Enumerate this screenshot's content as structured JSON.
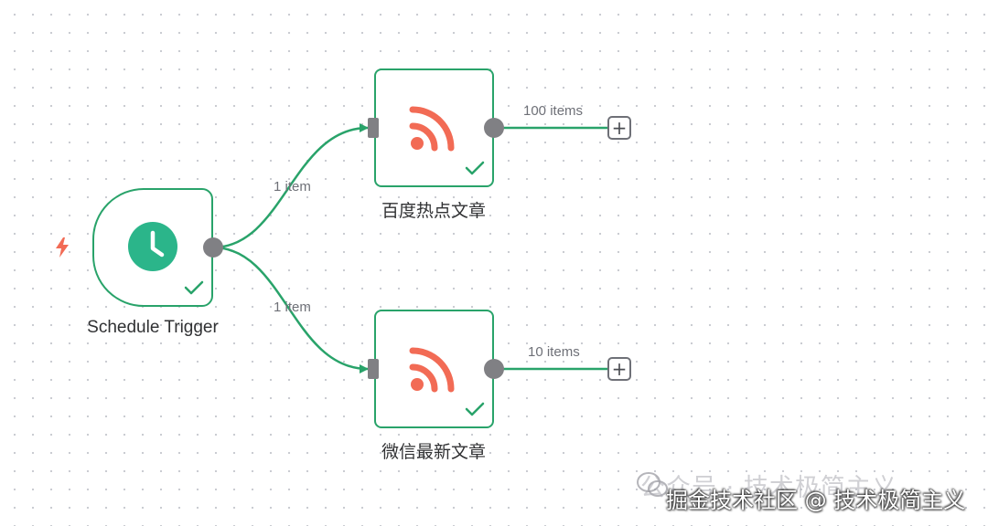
{
  "workflow": {
    "trigger": {
      "label": "Schedule Trigger",
      "status": "success",
      "icon": "clock-icon",
      "icon_color": "#2bb58a"
    },
    "nodes": [
      {
        "label": "百度热点文章",
        "status": "success",
        "icon": "rss-icon",
        "icon_color": "#f26b55",
        "input_label": "1 item",
        "output_label": "100 items"
      },
      {
        "label": "微信最新文章",
        "status": "success",
        "icon": "rss-icon",
        "icon_color": "#f26b55",
        "input_label": "1 item",
        "output_label": "10 items"
      }
    ],
    "add_button_label": "+"
  },
  "colors": {
    "edge": "#29a36a",
    "node_border": "#29a36a",
    "handle": "#808084",
    "success_check": "#29a36a",
    "trigger_bolt": "#f26b55"
  },
  "watermark": {
    "faint": "公众号 · 技术极简主义",
    "strong": "掘金技术社区 @ 技术极简主义"
  }
}
